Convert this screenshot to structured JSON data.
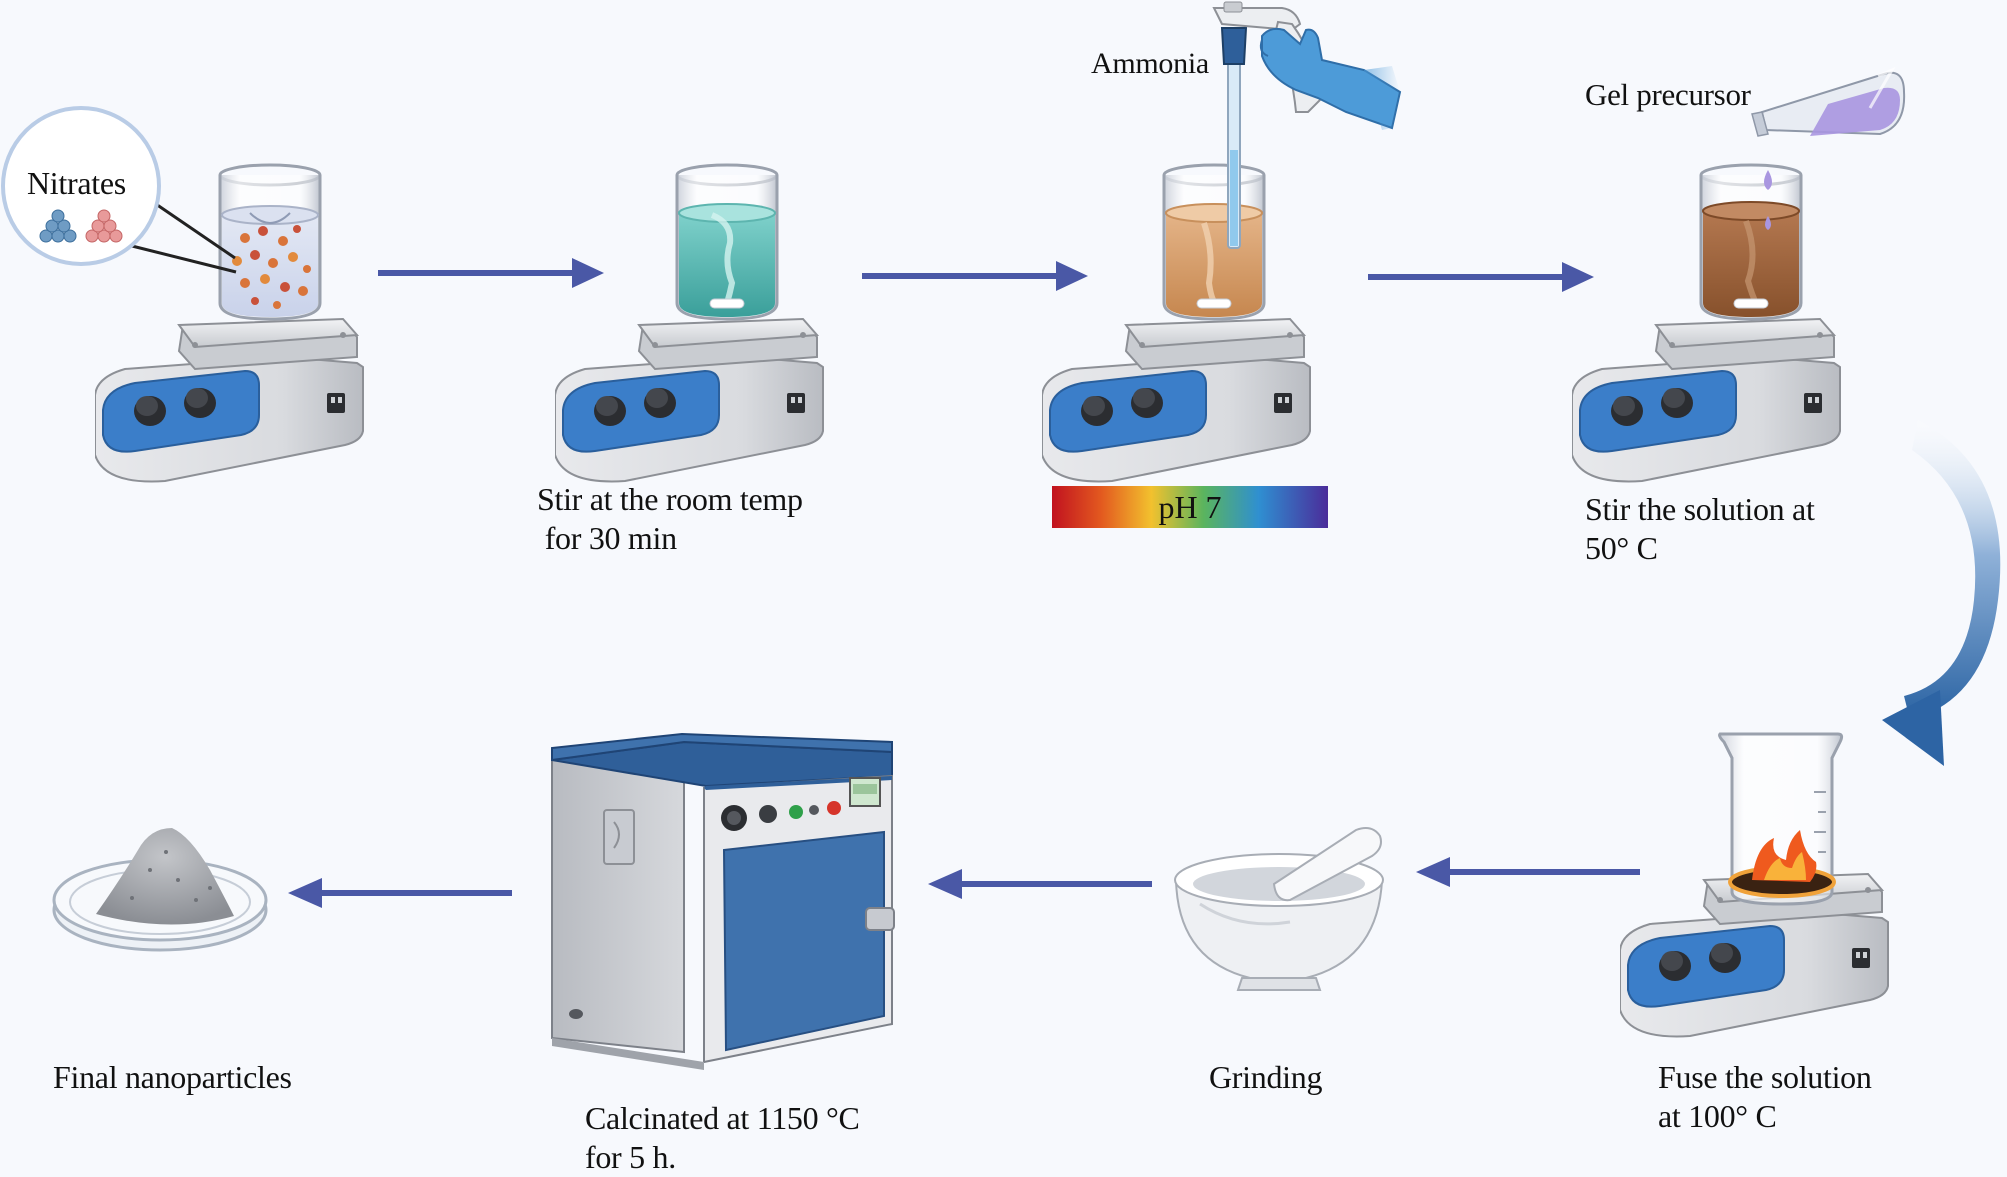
{
  "labels": {
    "nitrates": "Nitrates",
    "ammonia": "Ammonia",
    "gel_precursor": "Gel precursor",
    "stir_room_line1": "Stir at the room temp",
    "stir_room_line2": " for 30 min",
    "ph": "pH 7",
    "stir_50_line1": "Stir the solution at",
    "stir_50_line2": "50° C",
    "fuse_line1": "Fuse the solution",
    "fuse_line2": "at 100° C",
    "grinding": "Grinding",
    "calcinated_line1": "Calcinated at 1150 °C",
    "calcinated_line2": "for 5 h.",
    "final": "Final nanoparticles"
  },
  "colors": {
    "arrow": "#4a58a6",
    "curved_arrow": "#2d64a4",
    "hotplate_panel": "#3b7ec9",
    "oven_blue": "#3f72ad",
    "solution_teal": "#49b3ad",
    "solution_tan": "#d29a66",
    "solution_brown": "#9a6138"
  },
  "icons": [
    "magnifier-circle-icon",
    "hotplate-stirrer-icon",
    "beaker-icon",
    "pipette-icon",
    "gloved-hand-icon",
    "flask-icon",
    "flame-icon",
    "mortar-pestle-icon",
    "muffle-furnace-icon",
    "petri-dish-icon"
  ]
}
